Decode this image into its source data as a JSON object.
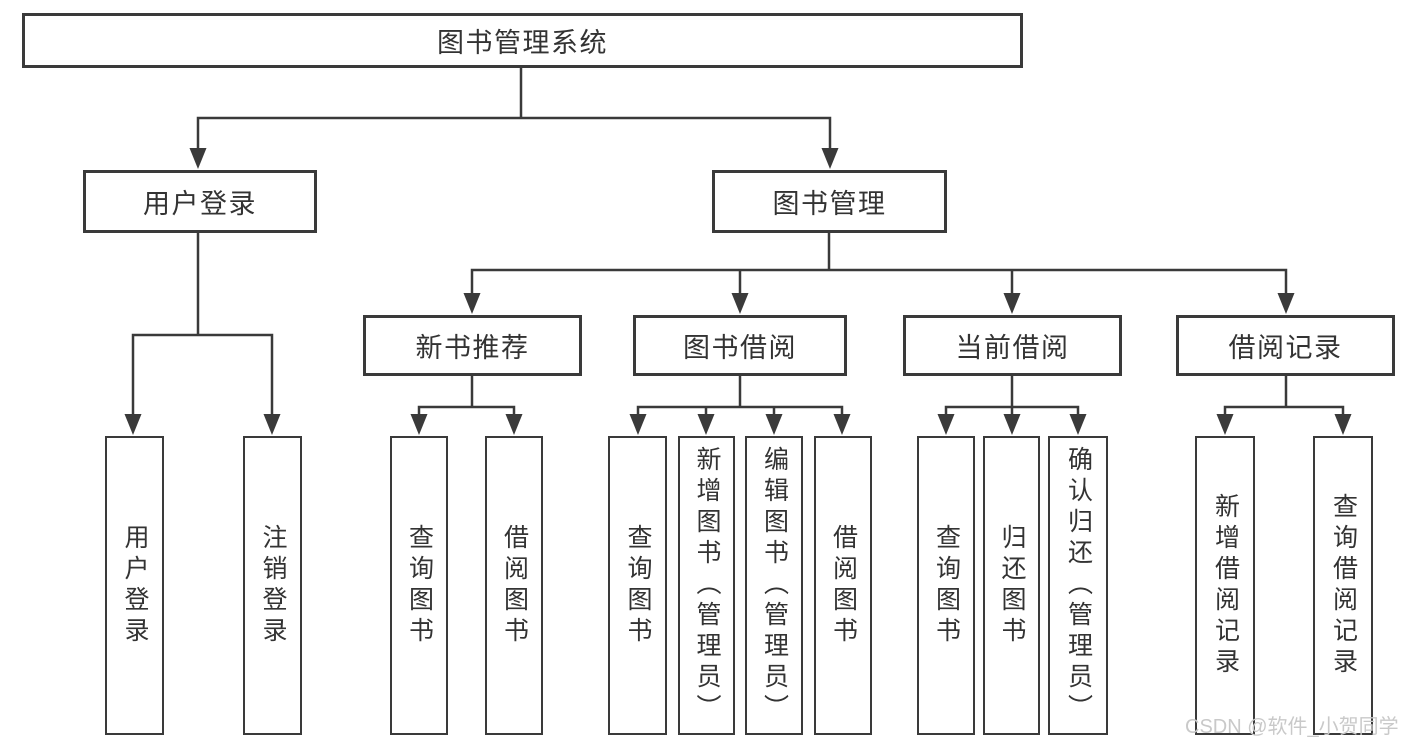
{
  "tree": {
    "label": "图书管理系统",
    "children": [
      {
        "label": "用户登录",
        "children": [
          {
            "label": "用户登录"
          },
          {
            "label": "注销登录"
          }
        ]
      },
      {
        "label": "图书管理",
        "children": [
          {
            "label": "新书推荐",
            "children": [
              {
                "label": "查询图书"
              },
              {
                "label": "借阅图书"
              }
            ]
          },
          {
            "label": "图书借阅",
            "children": [
              {
                "label": "查询图书"
              },
              {
                "label": "新增图书（管理员）"
              },
              {
                "label": "编辑图书（管理员）"
              },
              {
                "label": "借阅图书"
              }
            ]
          },
          {
            "label": "当前借阅",
            "children": [
              {
                "label": "查询图书"
              },
              {
                "label": "归还图书"
              },
              {
                "label": "确认归还（管理员）"
              }
            ]
          },
          {
            "label": "借阅记录",
            "children": [
              {
                "label": "新增借阅记录"
              },
              {
                "label": "查询借阅记录"
              }
            ]
          }
        ]
      }
    ]
  },
  "watermark": "CSDN @软件_小贺同学",
  "colors": {
    "line": "#3a3a3a",
    "text": "#333333",
    "watermark": "#c9c9c9",
    "background": "#ffffff"
  }
}
